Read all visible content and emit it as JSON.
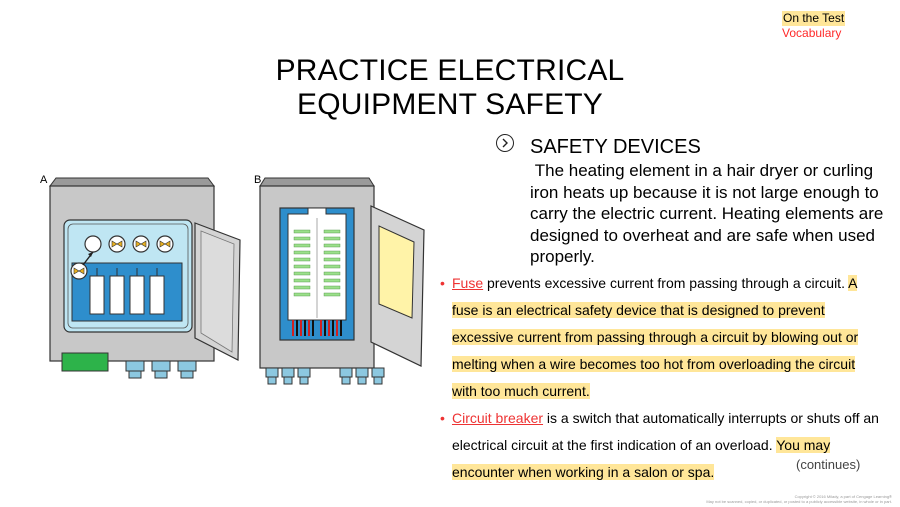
{
  "tag": {
    "line1": "On the Test",
    "line2": "Vocabulary"
  },
  "title": {
    "line1": "PRACTICE ELECTRICAL",
    "line2": "EQUIPMENT SAFETY"
  },
  "section": {
    "heading": "SAFETY DEVICES",
    "body": "The heating element in a hair dryer or curling iron heats up because it is not large enough to carry the electric current. Heating elements are designed to overheat and are safe when used properly."
  },
  "bullets": [
    {
      "term": "Fuse",
      "text": "prevents excessive current from passing through a circuit.",
      "highlight": "A fuse is an electrical safety device that is designed to prevent excessive current from passing through a circuit by blowing out or melting when a wire becomes too hot from overloading the circuit with too much current."
    },
    {
      "term": "Circuit breaker",
      "text": "is a switch that automatically interrupts or shuts off an electrical circuit at the first indication of an overload.",
      "highlight": "You may encounter when working in a salon or spa."
    }
  ],
  "continues": "(continues)",
  "figure": {
    "label_a": "A",
    "label_b": "B"
  },
  "copyright": {
    "line1": "Copyright © 2016 Milady, a part of Cengage Learning®",
    "line2": "May not be scanned, copied, or duplicated, or posted to a publicly accessible website, in whole or in part."
  },
  "colors": {
    "highlight": "#ffe699",
    "term": "#e33333",
    "panel_blue": "#2e8ecc",
    "box_gray": "#c8c8c8"
  }
}
